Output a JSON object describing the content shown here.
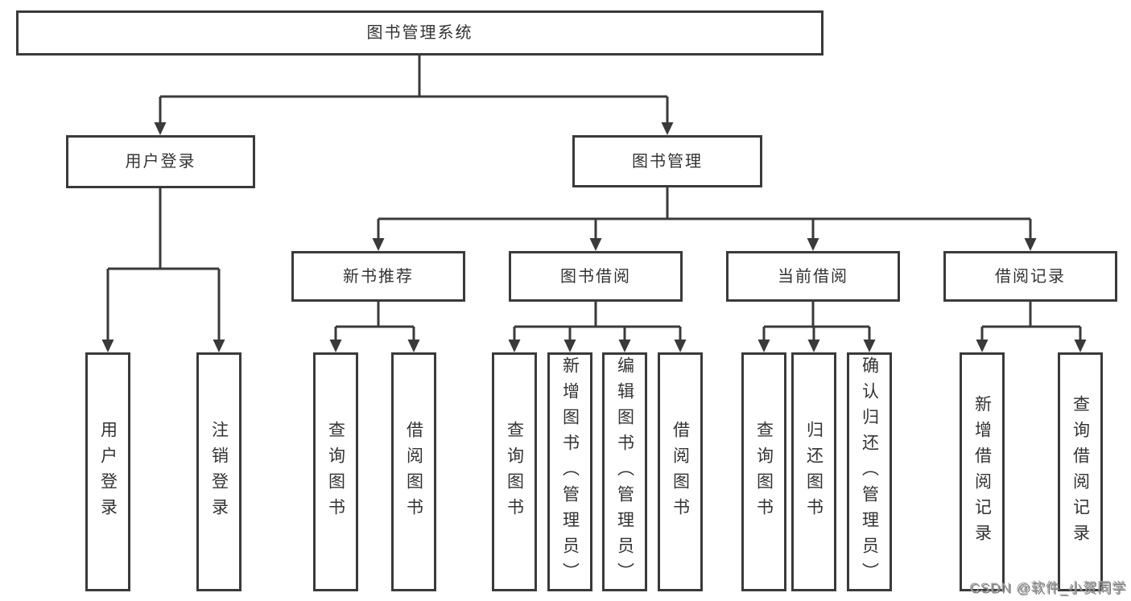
{
  "diagram": {
    "root": {
      "label": "图书管理系统"
    },
    "branches": [
      {
        "label": "用户登录",
        "children": [
          {
            "label": "用户登录"
          },
          {
            "label": "注销登录"
          }
        ]
      },
      {
        "label": "图书管理",
        "children": [
          {
            "label": "新书推荐",
            "children": [
              {
                "label": "查询图书"
              },
              {
                "label": "借阅图书"
              }
            ]
          },
          {
            "label": "图书借阅",
            "children": [
              {
                "label": "查询图书"
              },
              {
                "label": "新增图书（管理员）"
              },
              {
                "label": "编辑图书（管理员）"
              },
              {
                "label": "借阅图书"
              }
            ]
          },
          {
            "label": "当前借阅",
            "children": [
              {
                "label": "查询图书"
              },
              {
                "label": "归还图书"
              },
              {
                "label": "确认归还（管理员）"
              }
            ]
          },
          {
            "label": "借阅记录",
            "children": [
              {
                "label": "新增借阅记录"
              },
              {
                "label": "查询借阅记录"
              }
            ]
          }
        ]
      }
    ]
  },
  "watermark": {
    "text": "CSDN @软件_小贺同学",
    "color": "#9e9e9e"
  },
  "colors": {
    "line": "#3a3a3a",
    "text": "#333333",
    "background": "#ffffff"
  }
}
